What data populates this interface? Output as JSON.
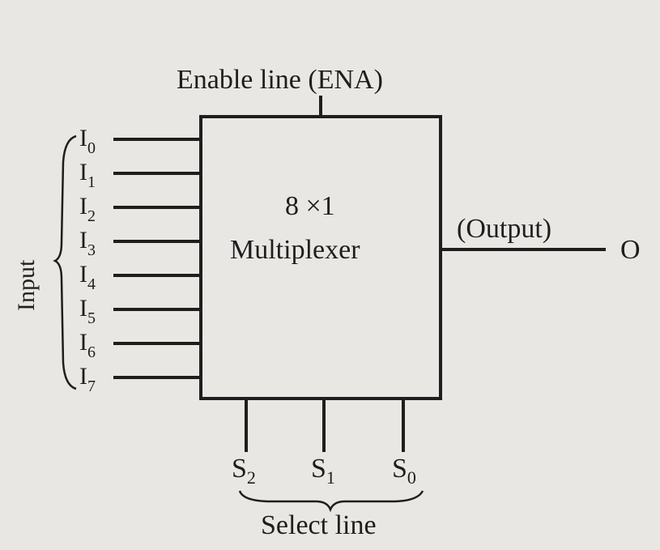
{
  "enable_label": "Enable line (ENA)",
  "block": {
    "line1": "8 ×1",
    "line2": "Multiplexer"
  },
  "output_label": "(Output)",
  "output_symbol": "O",
  "input_group_label": "Input",
  "select_group_label": "Select line",
  "inputs": [
    {
      "base": "I",
      "sub": "0"
    },
    {
      "base": "I",
      "sub": "1"
    },
    {
      "base": "I",
      "sub": "2"
    },
    {
      "base": "I",
      "sub": "3"
    },
    {
      "base": "I",
      "sub": "4"
    },
    {
      "base": "I",
      "sub": "5"
    },
    {
      "base": "I",
      "sub": "6"
    },
    {
      "base": "I",
      "sub": "7"
    }
  ],
  "selects": [
    {
      "base": "S",
      "sub": "2"
    },
    {
      "base": "S",
      "sub": "1"
    },
    {
      "base": "S",
      "sub": "0"
    }
  ],
  "colors": {
    "ink": "#1e1e1e",
    "paper": "#e9e7e4"
  }
}
